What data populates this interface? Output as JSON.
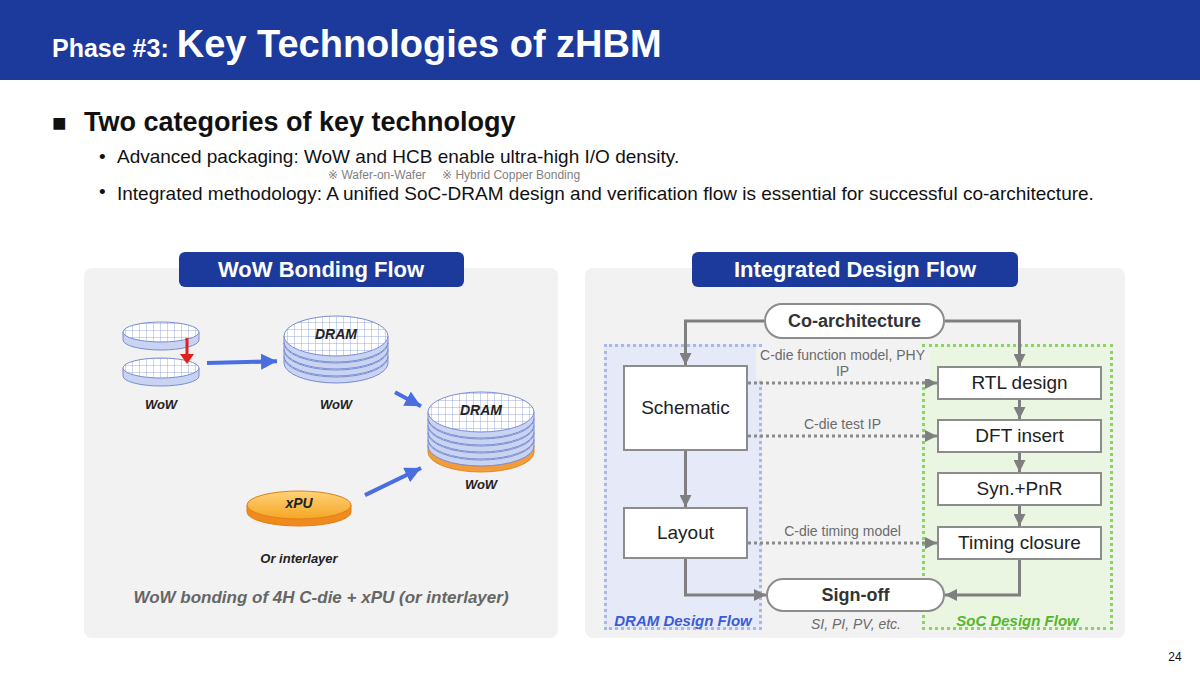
{
  "diagram": {
    "title": "Key Technologies of zHBM",
    "nodes": [
      {
        "text": [
          "WoW Bonding Flow",
          "WoW bonding of 4H C-die + xPU (or interlayer)"
        ]
      },
      {
        "text": [
          "WoW"
        ],
        "in": 0
      },
      {
        "text": [
          "DRAM",
          "WoW"
        ],
        "in": 0
      },
      {
        "text": [
          "DRAM",
          "WoW"
        ],
        "in": 0
      },
      {
        "text": [
          "xPU",
          "Or interlayer"
        ],
        "in": 0
      },
      {
        "text": [
          "Integrated Design Flow"
        ]
      },
      {
        "text": [
          "DRAM Design Flow"
        ],
        "in": 5
      },
      {
        "text": [
          "SoC Design Flow"
        ],
        "in": 5
      },
      {
        "text": [
          "Co-architecture"
        ],
        "in": 5
      },
      {
        "text": [
          "Schematic"
        ],
        "in": 6
      },
      {
        "text": [
          "Layout"
        ],
        "in": 6
      },
      {
        "text": [
          "RTL design"
        ],
        "in": 7
      },
      {
        "text": [
          "DFT insert"
        ],
        "in": 7
      },
      {
        "text": [
          "Syn.+PnR"
        ],
        "in": 7
      },
      {
        "text": [
          "Timing closure"
        ],
        "in": 7
      },
      {
        "text": [
          "Sign-off"
        ],
        "in": 5
      }
    ],
    "edges": [
      {
        "from": 1,
        "to": 2,
        "arrow": "to"
      },
      {
        "from": 2,
        "to": 3,
        "arrow": "to"
      },
      {
        "from": 4,
        "to": 3,
        "arrow": "to"
      },
      {
        "from": 8,
        "to": 9,
        "arrow": "to"
      },
      {
        "from": 8,
        "to": 11,
        "arrow": "to"
      },
      {
        "from": 11,
        "to": 12,
        "arrow": "to"
      },
      {
        "from": 12,
        "to": 13,
        "arrow": "to"
      },
      {
        "from": 13,
        "to": 14,
        "arrow": "to"
      },
      {
        "from": 9,
        "to": 11,
        "label": "C-die function model, PHY IP",
        "arrow": "to"
      },
      {
        "from": 9,
        "to": 12,
        "label": "C-die test IP",
        "arrow": "to"
      },
      {
        "from": 10,
        "to": 14,
        "label": "C-die timing model",
        "arrow": "to"
      },
      {
        "from": 9,
        "to": 10,
        "arrow": "to"
      },
      {
        "from": 10,
        "to": 15,
        "arrow": "to"
      },
      {
        "from": 14,
        "to": 15,
        "arrow": "to"
      }
    ],
    "labels": [
      "Phase #3:",
      "■",
      "Two categories of key technology",
      "•",
      "Advanced packaging: WoW and HCB enable ultra-high I/O density.",
      "※ Wafer-on-Wafer",
      "※ Hybrid Copper Bonding",
      "•",
      "Integrated methodology: A unified SoC-DRAM design and verification flow is essential for successful co-architecture.",
      "SI, PI, PV, etc.",
      "24"
    ]
  }
}
